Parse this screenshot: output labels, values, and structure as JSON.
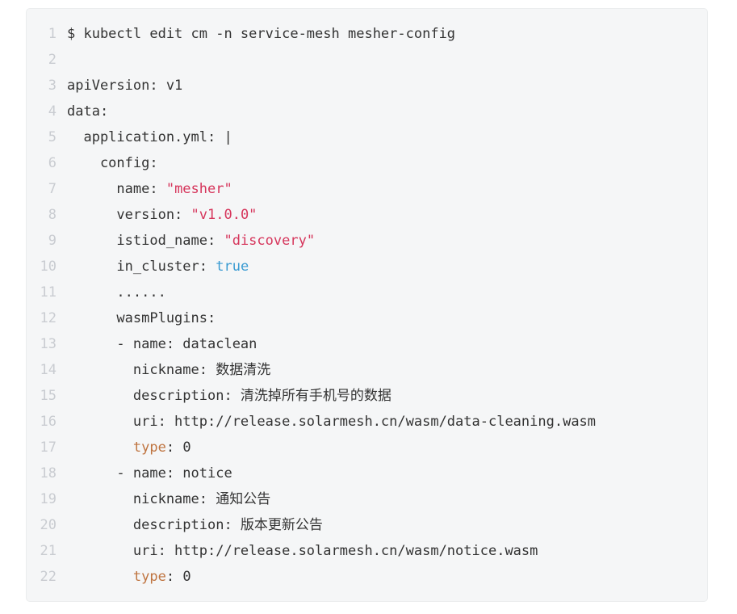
{
  "page": {
    "background": "#ffffff"
  },
  "code_block": {
    "background": "#f5f6f7",
    "border_color": "#ebedee",
    "colors": {
      "plain": "#333333",
      "line_number": "#c9ccd1",
      "string": "#d6365c",
      "literal": "#3a9bd2",
      "attr": "#bf7440"
    },
    "lines": [
      {
        "number": 1,
        "segments": [
          {
            "type": "plain",
            "text": "$ kubectl edit cm -n service-mesh mesher-config"
          }
        ]
      },
      {
        "number": 2,
        "segments": []
      },
      {
        "number": 3,
        "segments": [
          {
            "type": "plain",
            "text": "apiVersion: v1"
          }
        ]
      },
      {
        "number": 4,
        "segments": [
          {
            "type": "plain",
            "text": "data:"
          }
        ]
      },
      {
        "number": 5,
        "segments": [
          {
            "type": "plain",
            "text": "  application.yml: |"
          }
        ]
      },
      {
        "number": 6,
        "segments": [
          {
            "type": "plain",
            "text": "    config:"
          }
        ]
      },
      {
        "number": 7,
        "segments": [
          {
            "type": "plain",
            "text": "      name: "
          },
          {
            "type": "string",
            "text": "\"mesher\""
          }
        ]
      },
      {
        "number": 8,
        "segments": [
          {
            "type": "plain",
            "text": "      version: "
          },
          {
            "type": "string",
            "text": "\"v1.0.0\""
          }
        ]
      },
      {
        "number": 9,
        "segments": [
          {
            "type": "plain",
            "text": "      istiod_name: "
          },
          {
            "type": "string",
            "text": "\"discovery\""
          }
        ]
      },
      {
        "number": 10,
        "segments": [
          {
            "type": "plain",
            "text": "      in_cluster: "
          },
          {
            "type": "literal",
            "text": "true"
          }
        ]
      },
      {
        "number": 11,
        "segments": [
          {
            "type": "plain",
            "text": "      ......"
          }
        ]
      },
      {
        "number": 12,
        "segments": [
          {
            "type": "plain",
            "text": "      wasmPlugins:"
          }
        ]
      },
      {
        "number": 13,
        "segments": [
          {
            "type": "plain",
            "text": "      - name: dataclean"
          }
        ]
      },
      {
        "number": 14,
        "segments": [
          {
            "type": "plain",
            "text": "        nickname: 数据清洗"
          }
        ]
      },
      {
        "number": 15,
        "segments": [
          {
            "type": "plain",
            "text": "        description: 清洗掉所有手机号的数据"
          }
        ]
      },
      {
        "number": 16,
        "segments": [
          {
            "type": "plain",
            "text": "        uri: http://release.solarmesh.cn/wasm/data-cleaning.wasm"
          }
        ]
      },
      {
        "number": 17,
        "segments": [
          {
            "type": "plain",
            "text": "        "
          },
          {
            "type": "attr",
            "text": "type"
          },
          {
            "type": "plain",
            "text": ": 0"
          }
        ]
      },
      {
        "number": 18,
        "segments": [
          {
            "type": "plain",
            "text": "      - name: notice"
          }
        ]
      },
      {
        "number": 19,
        "segments": [
          {
            "type": "plain",
            "text": "        nickname: 通知公告"
          }
        ]
      },
      {
        "number": 20,
        "segments": [
          {
            "type": "plain",
            "text": "        description: 版本更新公告"
          }
        ]
      },
      {
        "number": 21,
        "segments": [
          {
            "type": "plain",
            "text": "        uri: http://release.solarmesh.cn/wasm/notice.wasm"
          }
        ]
      },
      {
        "number": 22,
        "segments": [
          {
            "type": "plain",
            "text": "        "
          },
          {
            "type": "attr",
            "text": "type"
          },
          {
            "type": "plain",
            "text": ": 0"
          }
        ]
      }
    ]
  }
}
